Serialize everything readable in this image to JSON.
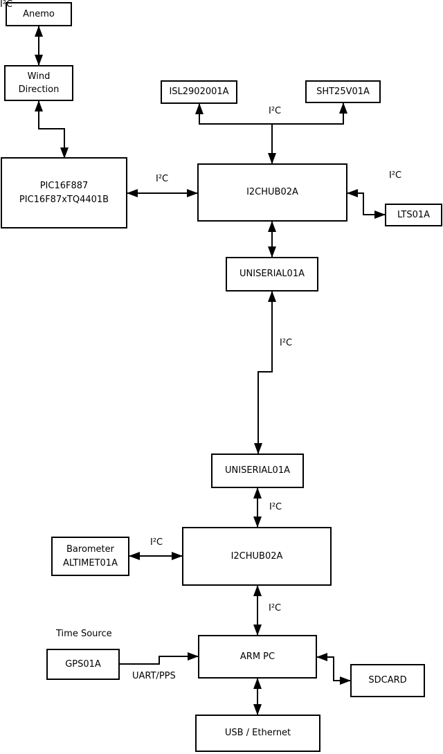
{
  "nodes": {
    "anemo": {
      "label": "Anemo"
    },
    "wind": {
      "line1": "Wind",
      "line2": "Direction"
    },
    "pic": {
      "line1": "PIC16F887",
      "line2": "PIC16F87xTQ4401B"
    },
    "isl": {
      "label": "ISL2902001A"
    },
    "sht": {
      "label": "SHT25V01A"
    },
    "hub1": {
      "label": "I2CHUB02A"
    },
    "lts": {
      "label": "LTS01A"
    },
    "uniserial1": {
      "label": "UNISERIAL01A"
    },
    "uniserial2": {
      "label": "UNISERIAL01A"
    },
    "hub2": {
      "label": "I2CHUB02A"
    },
    "barometer": {
      "line1": "Barometer",
      "line2": "ALTIMET01A"
    },
    "gps": {
      "label": "GPS01A"
    },
    "arm_pc": {
      "label": "ARM PC"
    },
    "sdcard": {
      "label": "SDCARD"
    },
    "usb_ethernet": {
      "label": "USB / Ethernet"
    }
  },
  "labels": {
    "i2c": "I²C",
    "uart_pps": "UART/PPS",
    "time_source": "Time Source"
  },
  "edges": [
    {
      "from": "Anemo",
      "to": "Wind Direction",
      "bidirectional": true,
      "label": ""
    },
    {
      "from": "Wind Direction",
      "to": "PIC16F887 PIC16F87xTQ4401B",
      "bidirectional": true,
      "label": ""
    },
    {
      "from": "PIC16F887 PIC16F87xTQ4401B",
      "to": "I2CHUB02A (top)",
      "bidirectional": true,
      "label": "I²C"
    },
    {
      "from": "I2CHUB02A (top)",
      "to": "ISL2902001A",
      "bidirectional": false,
      "label": "I²C"
    },
    {
      "from": "I2CHUB02A (top)",
      "to": "SHT25V01A",
      "bidirectional": false,
      "label": "I²C"
    },
    {
      "from": "I2CHUB02A (top)",
      "to": "LTS01A",
      "bidirectional": true,
      "label": "I²C"
    },
    {
      "from": "I2CHUB02A (top)",
      "to": "UNISERIAL01A (top)",
      "bidirectional": true,
      "label": "I²C"
    },
    {
      "from": "UNISERIAL01A (top)",
      "to": "UNISERIAL01A (bottom)",
      "bidirectional": true,
      "label": "I²C"
    },
    {
      "from": "UNISERIAL01A (bottom)",
      "to": "I2CHUB02A (bottom)",
      "bidirectional": true,
      "label": "I²C"
    },
    {
      "from": "Barometer ALTIMET01A",
      "to": "I2CHUB02A (bottom)",
      "bidirectional": true,
      "label": "I²C"
    },
    {
      "from": "I2CHUB02A (bottom)",
      "to": "ARM PC",
      "bidirectional": true,
      "label": "I²C"
    },
    {
      "from": "GPS01A",
      "to": "ARM PC",
      "bidirectional": false,
      "label": "UART/PPS"
    },
    {
      "from": "ARM PC",
      "to": "SDCARD",
      "bidirectional": true,
      "label": ""
    },
    {
      "from": "ARM PC",
      "to": "USB / Ethernet",
      "bidirectional": true,
      "label": ""
    }
  ],
  "colors": {
    "background": "#ffffff",
    "line": "#000000",
    "box_border": "#000000",
    "text": "#000000"
  }
}
